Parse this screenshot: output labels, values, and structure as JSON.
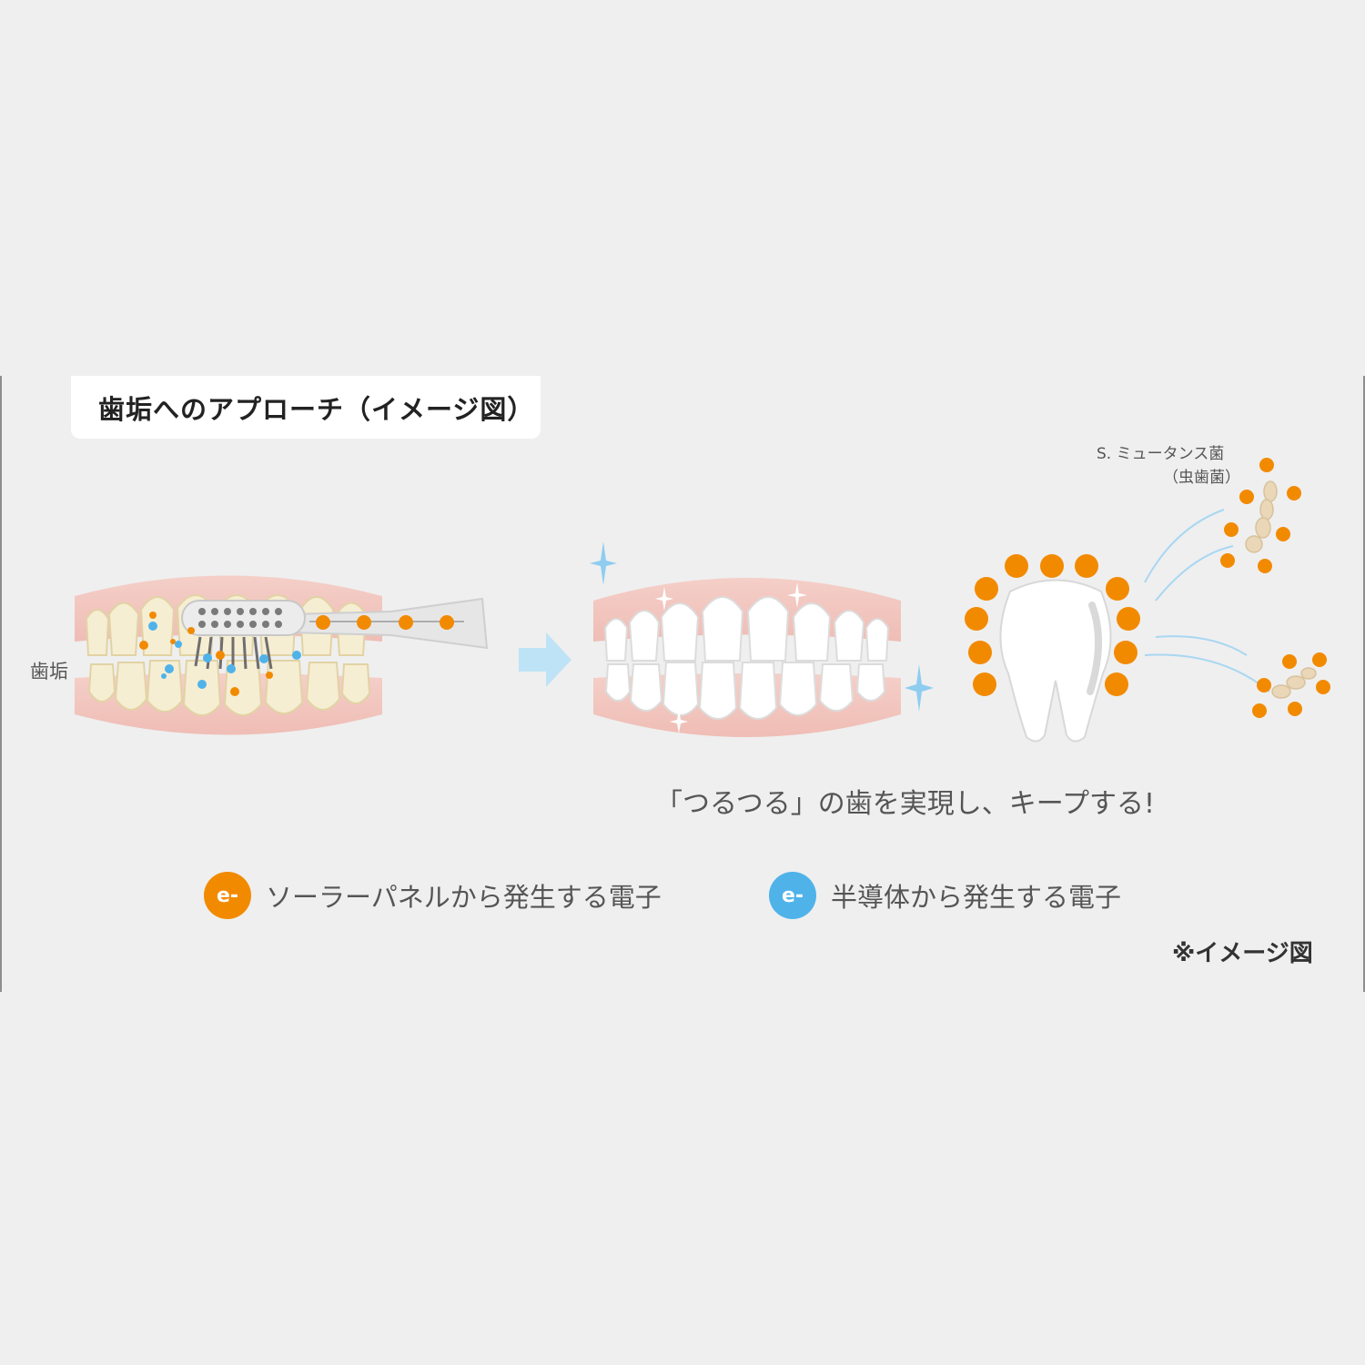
{
  "title": "歯垢へのアプローチ（イメージ図）",
  "plaque_label": "歯垢",
  "bacteria_label_line1": "S. ミュータンス菌",
  "bacteria_label_line2": "（虫歯菌）",
  "caption": "「つるつる」の歯を実現し、キープする!",
  "electron_symbol": "e-",
  "legend": [
    {
      "text": "ソーラーパネルから発生する電子",
      "color": "#f28a00"
    },
    {
      "text": "半導体から発生する電子",
      "color": "#4fb3ea"
    }
  ],
  "note": "※イメージ図",
  "colors": {
    "gum": "#f3c9c3",
    "tooth": "#fdfdfd",
    "plaque": "#f3e9c6",
    "arrow": "#bfe3f6",
    "sparkle": "#8fcdf0",
    "bacteria": "#e9d7b8"
  },
  "icons": [
    "sparkle-icon",
    "arrow-right-icon",
    "toothbrush-icon",
    "tooth-icon",
    "bacteria-icon"
  ]
}
